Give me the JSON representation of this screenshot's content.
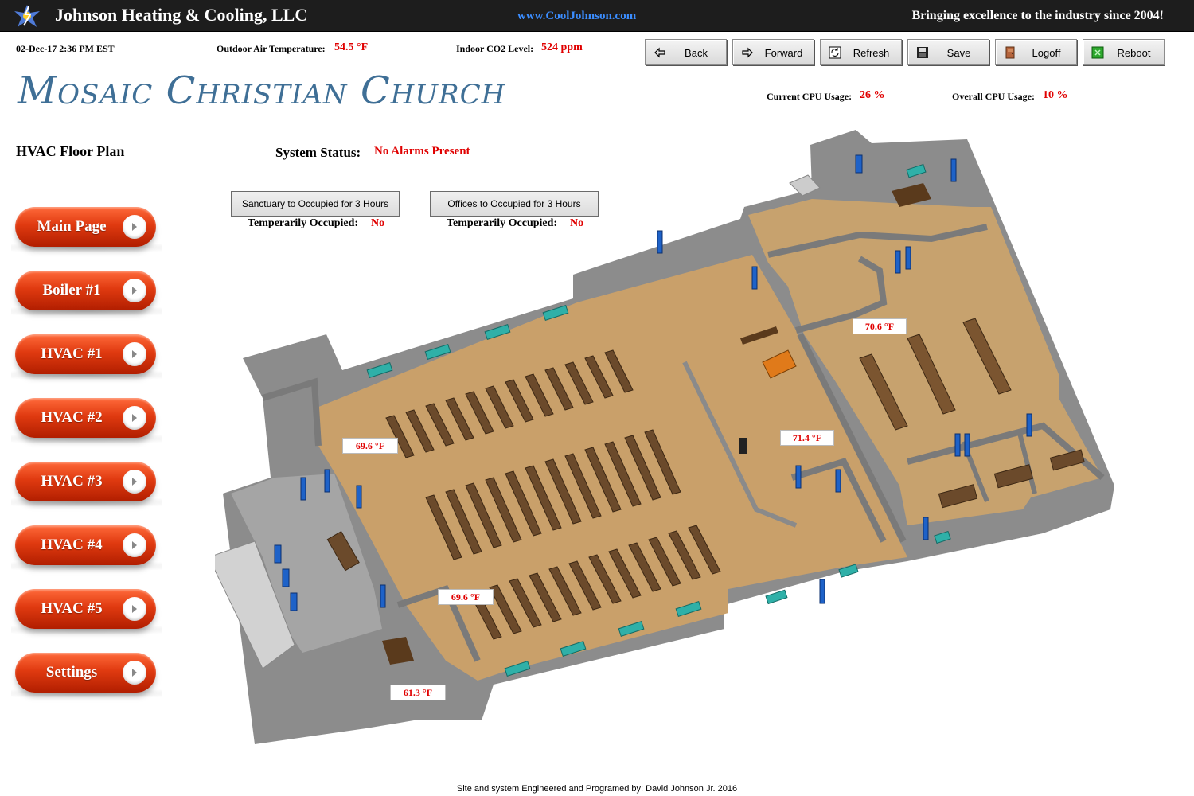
{
  "header": {
    "company": "Johnson Heating & Cooling, LLC",
    "url": "www.CoolJohnson.com",
    "tagline": "Bringing excellence to the industry since 2004!"
  },
  "status": {
    "datetime": "02-Dec-17 2:36 PM EST",
    "outdoor_label": "Outdoor Air Temperature:",
    "outdoor_value": "54.5 °F",
    "co2_label": "Indoor CO2 Level:",
    "co2_value": "524 ppm",
    "cpu_current_label": "Current CPU Usage:",
    "cpu_current_value": "26 %",
    "cpu_overall_label": "Overall CPU Usage:",
    "cpu_overall_value": "10 %"
  },
  "toolbar": {
    "back": "Back",
    "forward": "Forward",
    "refresh": "Refresh",
    "save": "Save",
    "logoff": "Logoff",
    "reboot": "Reboot"
  },
  "title": "Mosaic Christian Church",
  "page": {
    "heading": "HVAC Floor Plan",
    "system_status_label": "System Status:",
    "system_status_value": "No Alarms Present"
  },
  "nav": [
    {
      "label": "Main Page"
    },
    {
      "label": "Boiler #1"
    },
    {
      "label": "HVAC #1"
    },
    {
      "label": "HVAC #2"
    },
    {
      "label": "HVAC #3"
    },
    {
      "label": "HVAC #4"
    },
    {
      "label": "HVAC #5"
    },
    {
      "label": "Settings"
    }
  ],
  "occupancy": {
    "sanctuary_button": "Sanctuary to Occupied for 3 Hours",
    "offices_button": "Offices to Occupied for 3 Hours",
    "temp_label": "Temperarily Occupied:",
    "sanctuary_value": "No",
    "offices_value": "No"
  },
  "temps": {
    "sanctuary_left": "69.6 °F",
    "sanctuary_front": "71.4 °F",
    "fellowship_hall": "70.6 °F",
    "sanctuary_lower": "69.6 °F",
    "lobby": "61.3 °F"
  },
  "footer": "Site and system Engineered and Programed by: David Johnson Jr. 2016",
  "colors": {
    "topbar": "#1d1d1d",
    "url": "#3b8dff",
    "title": "#3f6f96",
    "alert_red": "#e00000",
    "nav_orange": "#e03a10",
    "floor": "#c9a06a",
    "wall": "#9a9a9a",
    "door": "#1e62c8"
  },
  "icons": {
    "logo": "snowflake-flame-icon",
    "back": "arrow-left-icon",
    "forward": "arrow-right-icon",
    "refresh": "refresh-icon",
    "save": "floppy-disk-icon",
    "logoff": "door-icon",
    "reboot": "power-icon",
    "nav_arrow": "chevron-right-icon"
  }
}
